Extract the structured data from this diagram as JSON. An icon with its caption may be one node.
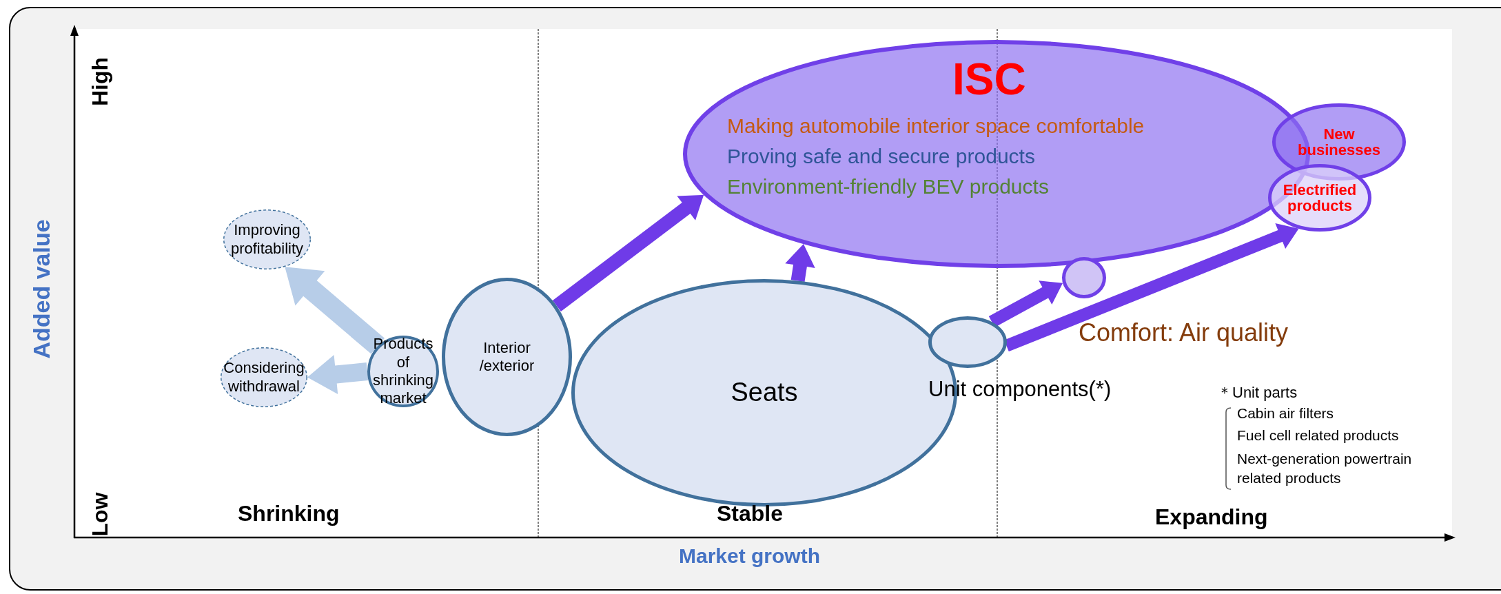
{
  "diagram": {
    "nodes": [
      {
        "text": [
          "Improving profitability"
        ]
      },
      {
        "text": [
          "Considering withdrawal"
        ]
      },
      {
        "text": [
          "Products of shrinking market"
        ]
      },
      {
        "text": [
          "Interior /exterior"
        ]
      },
      {
        "text": [
          "Seats"
        ]
      },
      {
        "text": [
          "ISC",
          "Making automobile interior space comfortable",
          "Proving safe and secure products",
          "Environment-friendly BEV products"
        ]
      },
      {
        "text": [
          "New businesses"
        ]
      },
      {
        "text": [
          "Electrified products"
        ]
      },
      {
        "text": [],
        "shape": "circle"
      },
      {
        "text": [
          "Unit components(*)"
        ]
      }
    ],
    "edges": [
      {
        "from": 2,
        "to": 0,
        "arrow": "to",
        "color": "#b7cde8"
      },
      {
        "from": 2,
        "to": 1,
        "arrow": "to",
        "color": "#b7cde8"
      },
      {
        "from": 3,
        "to": 5,
        "arrow": "to"
      },
      {
        "from": 4,
        "to": 5,
        "arrow": "to"
      },
      {
        "from": 9,
        "to": 8,
        "arrow": "to"
      },
      {
        "from": 9,
        "to": 7,
        "arrow": "to"
      }
    ],
    "labels": [
      "High",
      "Added value",
      "Comfort: Air quality",
      "＊Unit parts",
      "Cabin air filters",
      "Fuel cell related products",
      "Next-generation powertrain related products",
      "Low",
      "Shrinking",
      "Stable",
      "Expanding",
      "Market growth"
    ]
  }
}
